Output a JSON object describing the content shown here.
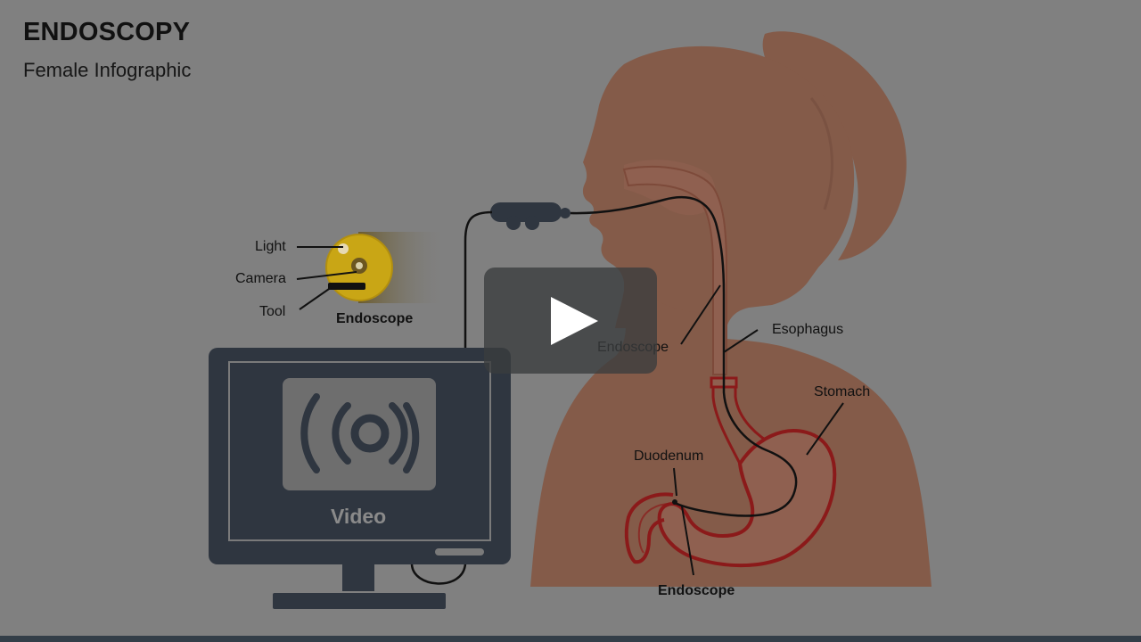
{
  "slide": {
    "title": "ENDOSCOPY",
    "subtitle": "Female Infographic"
  },
  "diagram": {
    "labels": {
      "light": "Light",
      "camera": "Camera",
      "tool": "Tool",
      "endoscope_tip": "Endoscope",
      "endoscope_mid": "Endoscope",
      "esophagus": "Esophagus",
      "stomach": "Stomach",
      "duodenum": "Duodenum",
      "endoscope_bottom": "Endoscope"
    },
    "monitor": {
      "screen_label": "Video"
    },
    "colors": {
      "background": "#808080",
      "silhouette": "#845b49",
      "silhouette_detail": "#8f6050",
      "organ_outline": "#8b1a1a",
      "monitor": "#2f3640",
      "scope_tip": "#c9a615",
      "cable": "#111111",
      "bottom_bar": "#333e48"
    }
  },
  "video_player": {
    "play_icon": "play-icon"
  }
}
